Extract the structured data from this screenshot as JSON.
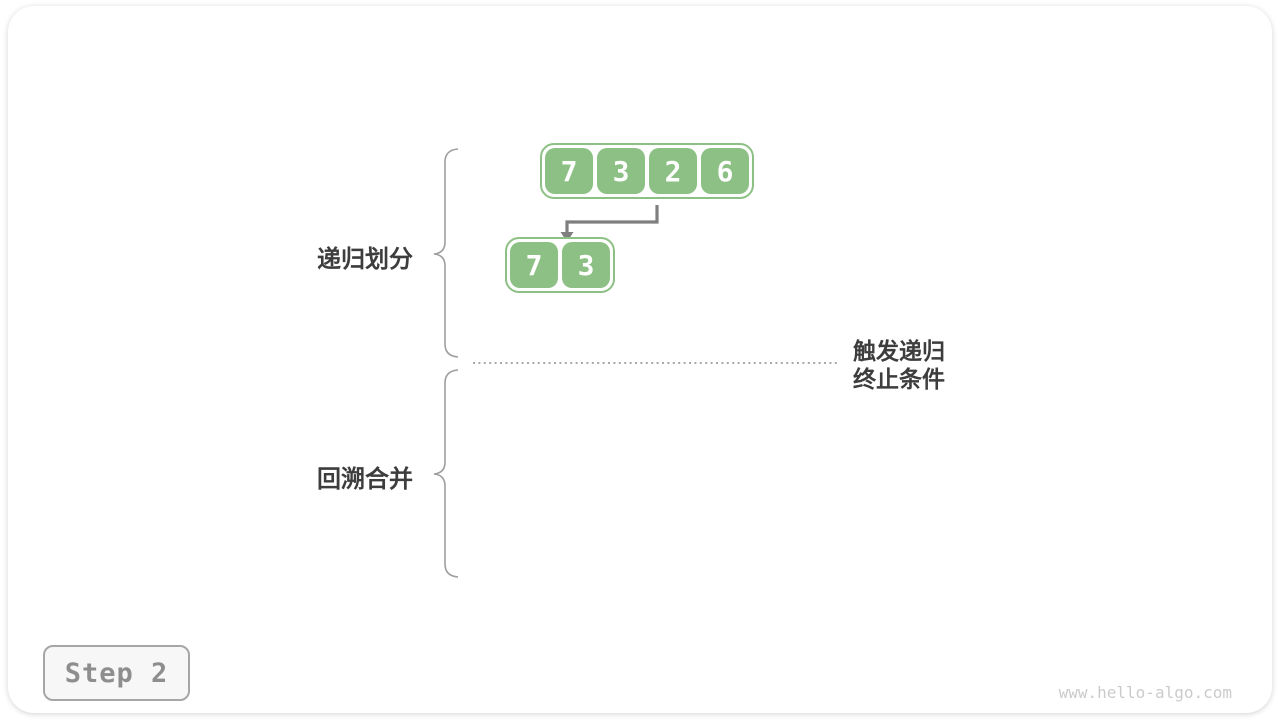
{
  "page": {
    "step_label": "Step 2",
    "watermark": "www.hello-algo.com"
  },
  "colors": {
    "cell_green": "#8DC084",
    "arrow_gray": "#7f7f7f",
    "brace_gray": "#9e9e9e",
    "label_dark": "#3d3d3d",
    "step_text_gray": "#8e8e8e",
    "watermark_gray": "#cbcbcb"
  },
  "diagram": {
    "phase_labels": [
      {
        "label": "递归划分"
      },
      {
        "label": "回溯合并"
      }
    ],
    "annotation": {
      "line1": "触发递归",
      "line2": "终止条件"
    },
    "arrays": [
      {
        "name": "level-1-array",
        "values": [
          "7",
          "3",
          "2",
          "6"
        ]
      },
      {
        "name": "level-2-left-array",
        "values": [
          "7",
          "3"
        ]
      }
    ]
  }
}
